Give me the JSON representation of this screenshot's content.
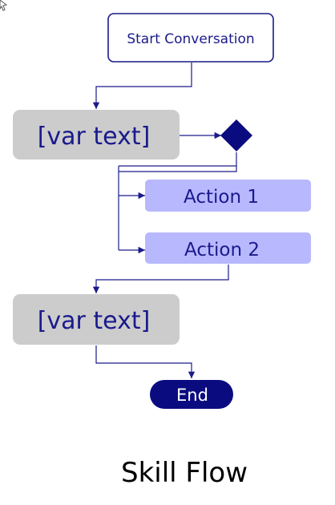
{
  "diagram": {
    "title": "Skill Flow",
    "nodes": {
      "start": {
        "label": "Start Conversation"
      },
      "text1": {
        "label": "[var text]"
      },
      "action1": {
        "label": "Action 1"
      },
      "action2": {
        "label": "Action 2"
      },
      "text2": {
        "label": "[var text]"
      },
      "end": {
        "label": "End"
      }
    },
    "edges": [
      {
        "from": "start",
        "to": "text1"
      },
      {
        "from": "text1",
        "to": "decision"
      },
      {
        "from": "decision",
        "to": "action1"
      },
      {
        "from": "decision",
        "to": "action2"
      },
      {
        "from": "action2",
        "to": "text2"
      },
      {
        "from": "text2",
        "to": "end"
      }
    ]
  },
  "colors": {
    "line": "#1a1a8c",
    "start_border": "#1a1a8c",
    "start_text": "#1a1a8c",
    "text_box_fill": "#cccccc",
    "text_box_text": "#1a1a8c",
    "decision_fill": "#0b0b80",
    "action_fill": "#b8b8ff",
    "action_text": "#1a1a8c",
    "end_fill": "#0b0b80",
    "end_text": "#ffffff"
  }
}
